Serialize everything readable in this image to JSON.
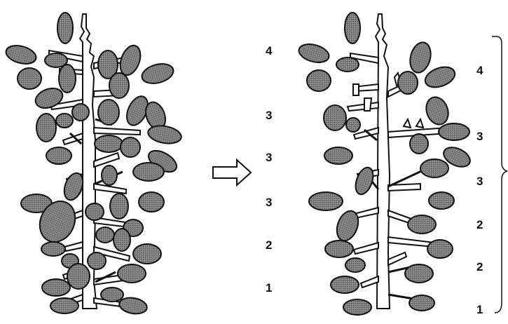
{
  "diagram": {
    "center_labels": [
      "4",
      "3",
      "3",
      "3",
      "2",
      "1"
    ],
    "right_labels": [
      "4",
      "3",
      "3",
      "2",
      "2",
      "1"
    ],
    "colors": {
      "leaf_fill": "#7e7e7e",
      "outline": "#111111",
      "arrow_fill": "#ffffff",
      "background": "#ffffff"
    },
    "icons": {
      "arrow": "right-arrow-icon",
      "brace": "curly-brace-icon"
    }
  }
}
